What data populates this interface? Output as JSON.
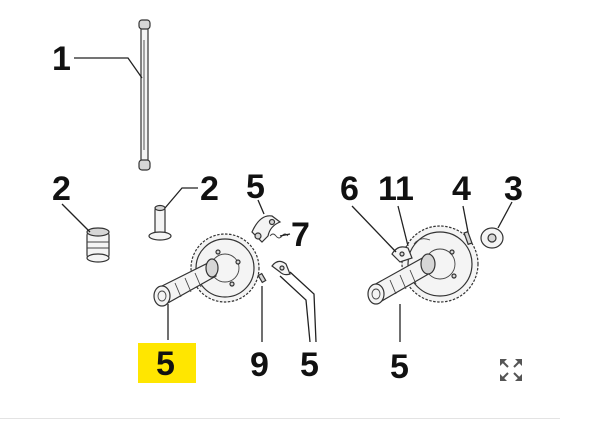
{
  "callouts": {
    "c1": "1",
    "c2a": "2",
    "c2b": "2",
    "c5a": "5",
    "c7": "7",
    "c5_highlight": "5",
    "c9": "9",
    "c5b": "5",
    "c6": "6",
    "c11": "11",
    "c4": "4",
    "c3": "3",
    "c5c": "5"
  },
  "highlight": {
    "target": "c5_highlight",
    "color": "#ffe600"
  },
  "controls": {
    "fullscreen_icon": "expand-arrows-icon"
  }
}
